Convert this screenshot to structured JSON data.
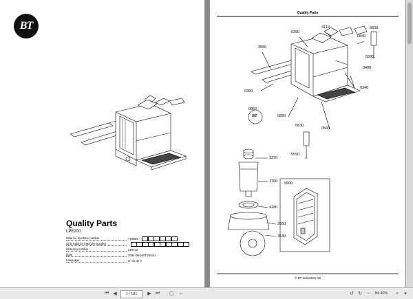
{
  "left_page": {
    "logo_text": "BT",
    "title": "Quality Parts",
    "model": "LPE200",
    "info": [
      {
        "label": "Valid for machine number",
        "value": "718954 -"
      },
      {
        "label": "Only valid for machine number",
        "value": ""
      },
      {
        "label": "Ordering number",
        "value": "218742"
      },
      {
        "label": "Date",
        "value": "2004-08-24/ITS/ESU"
      },
      {
        "label": "Language",
        "value": "en sv de fr"
      }
    ]
  },
  "right_page": {
    "header": "Quality Parts",
    "footer": "© BT Industries AB",
    "logo_badge": "BT",
    "parts": [
      "3550",
      "0390",
      "4110",
      "0840",
      "5830",
      "5590",
      "0400",
      "0340",
      "0380",
      "0850",
      "0820",
      "0560",
      "5830",
      "5590",
      "3370",
      "1760",
      "4180",
      "2550",
      "3530",
      "9500"
    ]
  },
  "toolbar": {
    "page_indicator": "1 / 181",
    "zoom": "84.40%",
    "icons": [
      "first-page-icon",
      "prev-page-icon",
      "next-page-icon",
      "last-page-icon",
      "fit-page-icon",
      "fit-width-icon",
      "rotate-left-icon",
      "rotate-right-icon",
      "zoom-out-icon",
      "zoom-in-icon",
      "zoom-dropdown-icon"
    ]
  }
}
